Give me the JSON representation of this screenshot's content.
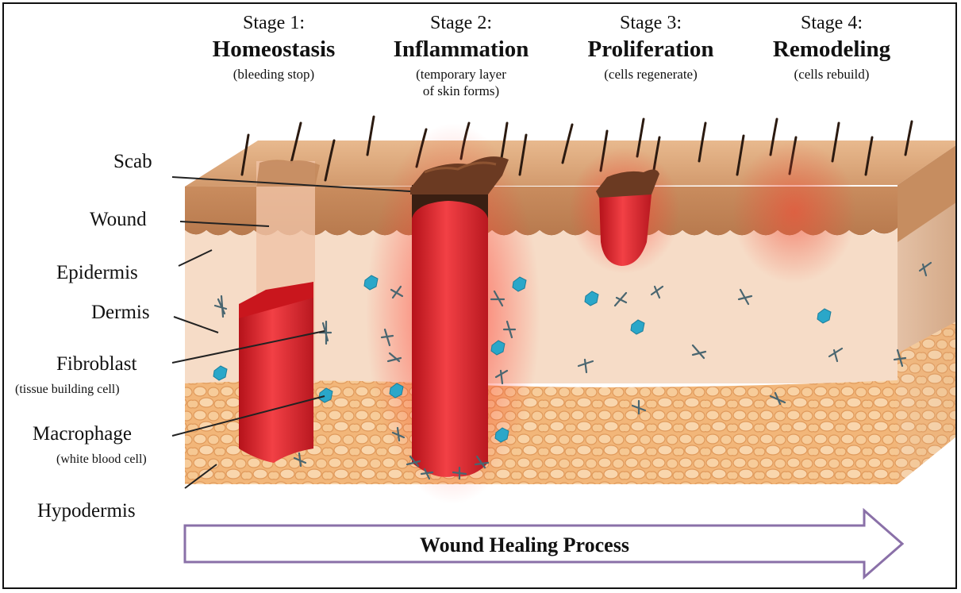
{
  "stages": [
    {
      "number": "Stage 1:",
      "title": "Homeostasis",
      "note": "(bleeding stop)"
    },
    {
      "number": "Stage 2:",
      "title": "Inflammation",
      "note": "(temporary layer\nof skin forms)"
    },
    {
      "number": "Stage 3:",
      "title": "Proliferation",
      "note": "(cells regenerate)"
    },
    {
      "number": "Stage 4:",
      "title": "Remodeling",
      "note": "(cells rebuild)"
    }
  ],
  "labels": {
    "scab": "Scab",
    "wound": "Wound",
    "epidermis": "Epidermis",
    "dermis": "Dermis",
    "fibroblast": "Fibroblast",
    "fibroblast_sub": "(tissue building cell)",
    "macrophage": "Macrophage",
    "macrophage_sub": "(white blood cell)",
    "hypodermis": "Hypodermis"
  },
  "arrow_label": "Wound Healing Process",
  "colors": {
    "skin_top": "#d9a57a",
    "epidermis": "#c98f63",
    "dermis": "#f6dcc7",
    "hypodermis": "#efb47a",
    "blood": "#e8262c",
    "scab": "#6b3a22",
    "macrophage": "#2aa7c9",
    "fibroblast": "#4a6670",
    "arrow_stroke": "#8a70a8"
  }
}
